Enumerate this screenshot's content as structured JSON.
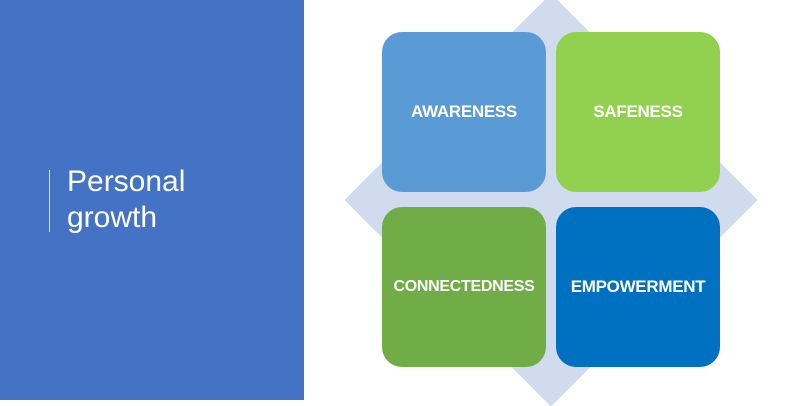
{
  "title": {
    "line1": "Personal",
    "line2": "growth"
  },
  "colors": {
    "panel": "#4472c4",
    "diamond": "#d0dcee"
  },
  "quadrants": [
    {
      "label": "AWARENESS",
      "color": "#5b9bd5"
    },
    {
      "label": "SAFENESS",
      "color": "#92d050"
    },
    {
      "label": "CONNECTEDNESS",
      "color": "#70ad47"
    },
    {
      "label": "EMPOWERMENT",
      "color": "#0070c0"
    }
  ]
}
